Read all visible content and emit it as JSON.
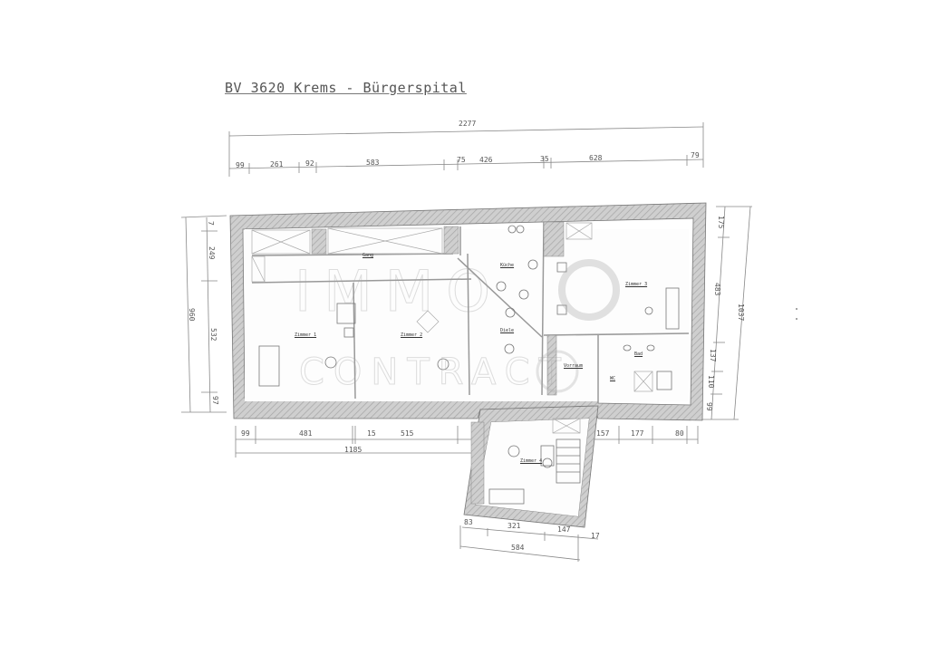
{
  "title": "BV 3620 Krems - Bürgerspital",
  "watermark": {
    "line1": "IMMO",
    "line2": "CONTRACT"
  },
  "dimensions": {
    "top_total": "2277",
    "top_segments": [
      "99",
      "261",
      "92",
      "583",
      "75",
      "426",
      "35",
      "628",
      "79"
    ],
    "left_total": "960",
    "left_segments": [
      "7",
      "249",
      "532",
      "97"
    ],
    "right_total": "1037",
    "right_segments": [
      "175",
      "483",
      "137",
      "110",
      "99"
    ],
    "bottom_segments": [
      "99",
      "481",
      "15",
      "515",
      "157",
      "177",
      "80"
    ],
    "bottom_total": "1185",
    "annex_segments": [
      "83",
      "321",
      "147",
      "17"
    ],
    "annex_total": "584"
  },
  "rooms": [
    {
      "id": "gang",
      "label": "Gang"
    },
    {
      "id": "zimmer1",
      "label": "Zimmer 1"
    },
    {
      "id": "zimmer2",
      "label": "Zimmer 2"
    },
    {
      "id": "kueche",
      "label": "Küche"
    },
    {
      "id": "diele",
      "label": "Diele"
    },
    {
      "id": "zimmer3",
      "label": "Zimmer 3"
    },
    {
      "id": "vorraum",
      "label": "Vorraum"
    },
    {
      "id": "bad",
      "label": "Bad"
    },
    {
      "id": "wc",
      "label": "WC"
    },
    {
      "id": "zimmer4",
      "label": "Zimmer 4"
    }
  ]
}
